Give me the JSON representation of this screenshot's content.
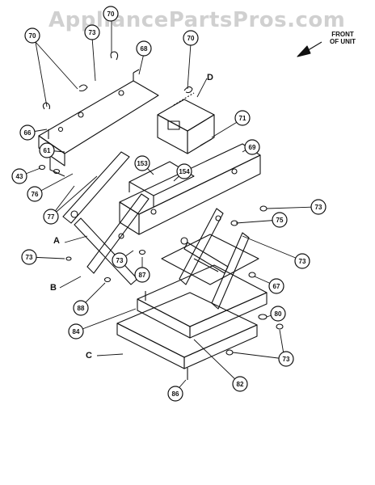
{
  "watermark": "AppliancePartsPros.com",
  "front_label": {
    "line1": "FRONT",
    "line2": "OF UNIT"
  },
  "letters": [
    "A",
    "B",
    "C",
    "D"
  ],
  "callouts": [
    "70",
    "70",
    "70",
    "73",
    "68",
    "66",
    "61",
    "43",
    "76",
    "77",
    "71",
    "69",
    "153",
    "154",
    "73",
    "75",
    "73",
    "73",
    "73",
    "87",
    "67",
    "88",
    "84",
    "80",
    "73",
    "82",
    "86"
  ],
  "colors": {
    "line": "#111111",
    "watermark": "#d0d0d0",
    "background": "#ffffff"
  }
}
